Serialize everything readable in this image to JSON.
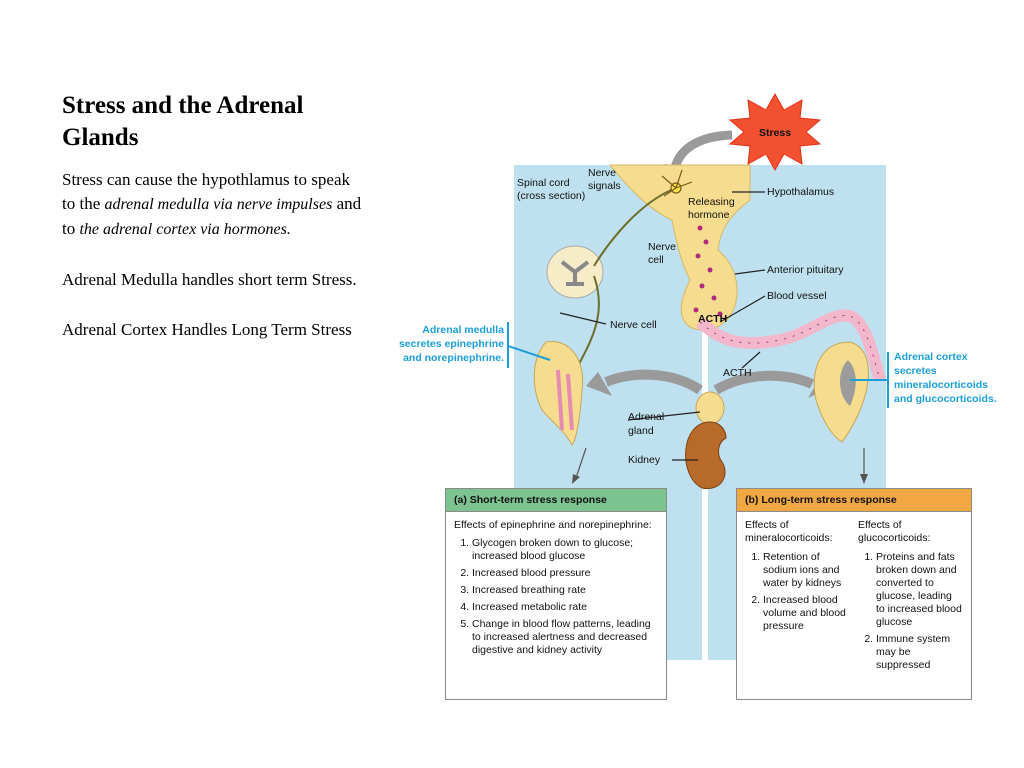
{
  "slide": {
    "title": "Stress and the Adrenal Glands",
    "p1_a": "Stress can cause the hypothlamus to speak to the ",
    "p1_b": "adrenal medulla via nerve impulses",
    "p1_c": " and to ",
    "p1_d": "the adrenal cortex via hormones.",
    "p2": "Adrenal Medulla handles short term Stress.",
    "p3": "Adrenal Cortex Handles Long Term Stress"
  },
  "diagram": {
    "stress": "Stress",
    "spinal_cord_1": "Spinal cord",
    "spinal_cord_2": "(cross section)",
    "nerve_signals_1": "Nerve",
    "nerve_signals_2": "signals",
    "releasing_hormone_1": "Releasing",
    "releasing_hormone_2": "hormone",
    "hypothalamus": "Hypothalamus",
    "nerve_cell_top_1": "Nerve",
    "nerve_cell_top_2": "cell",
    "anterior_pituitary": "Anterior pituitary",
    "blood_vessel": "Blood vessel",
    "nerve_cell": "Nerve cell",
    "acth_inside": "ACTH",
    "acth": "ACTH",
    "medulla_1": "Adrenal medulla",
    "medulla_2": "secretes epinephrine",
    "medulla_3": "and norepinephrine.",
    "cortex_1": "Adrenal cortex",
    "cortex_2": "secretes",
    "cortex_3": "mineralocorticoids",
    "cortex_4": "and glucocorticoids.",
    "adrenal_gland_1": "Adrenal",
    "adrenal_gland_2": "gland",
    "kidney": "Kidney"
  },
  "short_term": {
    "header": "(a) Short-term stress response",
    "effects": "Effects of epinephrine and norepinephrine:",
    "items": [
      "Glycogen broken down to glucose; increased blood glucose",
      "Increased blood pressure",
      "Increased breathing rate",
      "Increased metabolic rate",
      "Change in blood flow patterns, leading to increased alertness and decreased digestive and kidney activity"
    ]
  },
  "long_term": {
    "header": "(b) Long-term stress response",
    "mineral_head": "Effects of mineralocorticoids:",
    "mineral_items": [
      "Retention of sodium ions and water by kidneys",
      "Increased blood volume and blood pressure"
    ],
    "gluco_head": "Effects of glucocorticoids:",
    "gluco_items": [
      "Proteins and fats broken down and converted to glucose, leading to increased blood glucose",
      "Immune system may be suppressed"
    ]
  },
  "colors": {
    "panel_blue": "#bfe1ef",
    "short_header": "#7cc38f",
    "long_header": "#f3a743",
    "cyan_text": "#1b9fd8",
    "gland_yellow": "#f6dc8e"
  }
}
